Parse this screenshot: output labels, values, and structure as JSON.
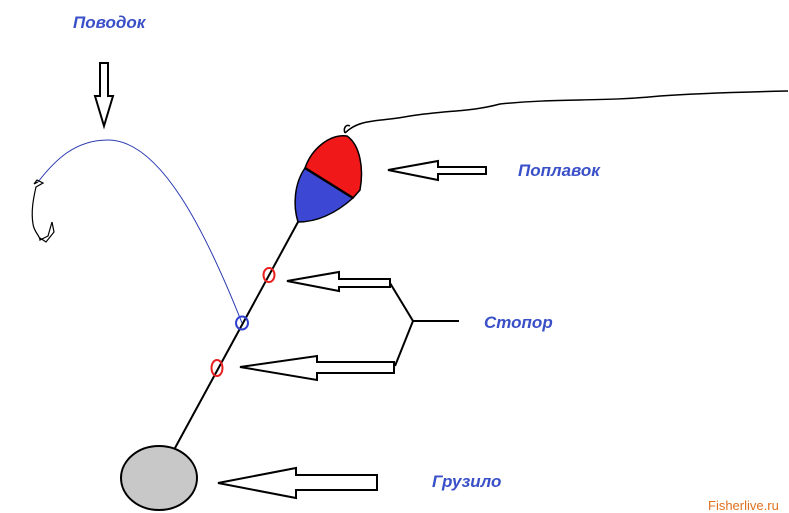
{
  "labels": {
    "leader": "Поводок",
    "float": "Поплавок",
    "stopper": "Стопор",
    "sinker": "Грузило"
  },
  "watermark": "Fisherlive.ru",
  "colors": {
    "label_text": "#3a50c8",
    "watermark": "#e07020",
    "float_top": "#f01818",
    "float_bottom": "#3c48d4",
    "stopper_red": "#e82020",
    "stopper_blue": "#3040d0",
    "leader_line": "#2a3ab0",
    "sinker_fill": "#c8c8c8"
  }
}
